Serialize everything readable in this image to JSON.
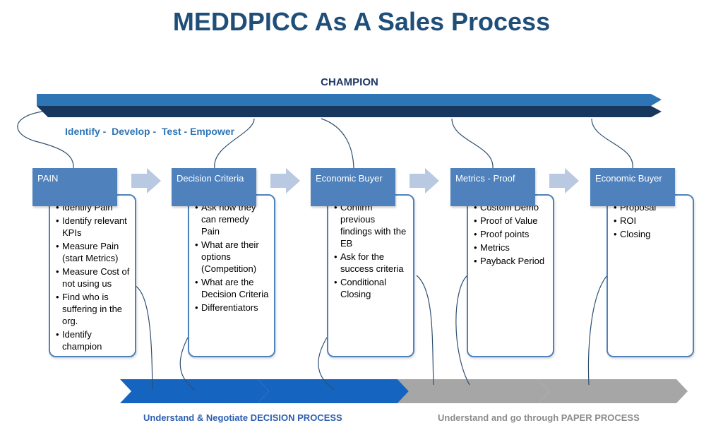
{
  "title": "MEDDPICC As A Sales Process",
  "champion": {
    "label": "CHAMPION",
    "subtitle": "Identify -  Develop -  Test - Empower"
  },
  "stages": [
    {
      "header": "PAIN",
      "items": [
        "Identify Pain",
        "Identify relevant KPIs",
        "Measure Pain (start Metrics)",
        "Measure Cost of not using us",
        "Find who is suffering in the org.",
        "Identify champion"
      ]
    },
    {
      "header": "Decision Criteria",
      "items": [
        "Ask how they can remedy Pain",
        "What are their options (Competition)",
        "What are the Decision Criteria",
        "Differentiators"
      ]
    },
    {
      "header": "Economic Buyer",
      "items": [
        "Confirm previous findings with the EB",
        "Ask for the success criteria",
        "Conditional Closing"
      ]
    },
    {
      "header": "Metrics - Proof",
      "items": [
        "Custom Demo",
        "Proof of Value",
        "Proof points",
        "Metrics",
        "Payback Period"
      ]
    },
    {
      "header": "Economic Buyer",
      "items": [
        "Proposal",
        "ROI",
        "Closing"
      ]
    }
  ],
  "bottom": {
    "decision_process": "Understand & Negotiate DECISION PROCESS",
    "paper_process": "Understand and go through PAPER PROCESS"
  },
  "colors": {
    "title": "#1f4e79",
    "header_fill": "#4f81bd",
    "champion_arrow_top": "#2e75b6",
    "champion_arrow_bottom": "#17375e",
    "decision_arrow": "#1565c0",
    "paper_arrow": "#a6a6a6",
    "small_arrow": "#b8c9e1"
  }
}
